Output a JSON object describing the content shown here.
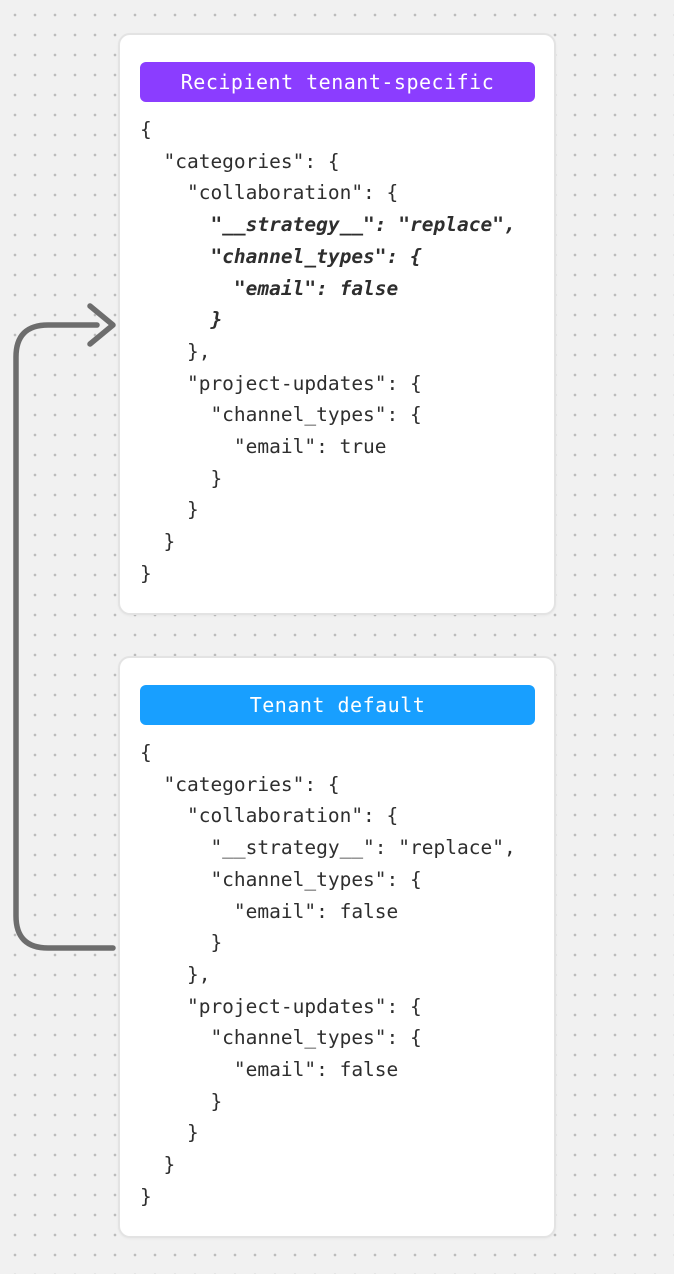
{
  "cards": [
    {
      "id": "recipient-tenant-specific",
      "badge": {
        "label": "Recipient tenant-specific",
        "color": "#8b3dff"
      },
      "code_lines": [
        {
          "text": "{"
        },
        {
          "text": "  \"categories\": {"
        },
        {
          "text": "    \"collaboration\": {"
        },
        {
          "text": "      \"__strategy__\": \"replace\",",
          "em": true
        },
        {
          "text": "      \"channel_types\": {",
          "em": true
        },
        {
          "text": "        \"email\": false",
          "em": true
        },
        {
          "text": "      }",
          "em": true
        },
        {
          "text": "    },"
        },
        {
          "text": "    \"project-updates\": {"
        },
        {
          "text": "      \"channel_types\": {"
        },
        {
          "text": "        \"email\": true"
        },
        {
          "text": "      }"
        },
        {
          "text": "    }"
        },
        {
          "text": "  }"
        },
        {
          "text": "}"
        }
      ]
    },
    {
      "id": "tenant-default",
      "badge": {
        "label": "Tenant default",
        "color": "#189fff"
      },
      "code_lines": [
        {
          "text": "{"
        },
        {
          "text": "  \"categories\": {"
        },
        {
          "text": "    \"collaboration\": {"
        },
        {
          "text": "      \"__strategy__\": \"replace\","
        },
        {
          "text": "      \"channel_types\": {"
        },
        {
          "text": "        \"email\": false"
        },
        {
          "text": "      }"
        },
        {
          "text": "    },"
        },
        {
          "text": "    \"project-updates\": {"
        },
        {
          "text": "      \"channel_types\": {"
        },
        {
          "text": "        \"email\": false"
        },
        {
          "text": "      }"
        },
        {
          "text": "    }"
        },
        {
          "text": "  }"
        },
        {
          "text": "}"
        }
      ]
    }
  ],
  "arrow": {
    "color": "#6d6d6d"
  }
}
